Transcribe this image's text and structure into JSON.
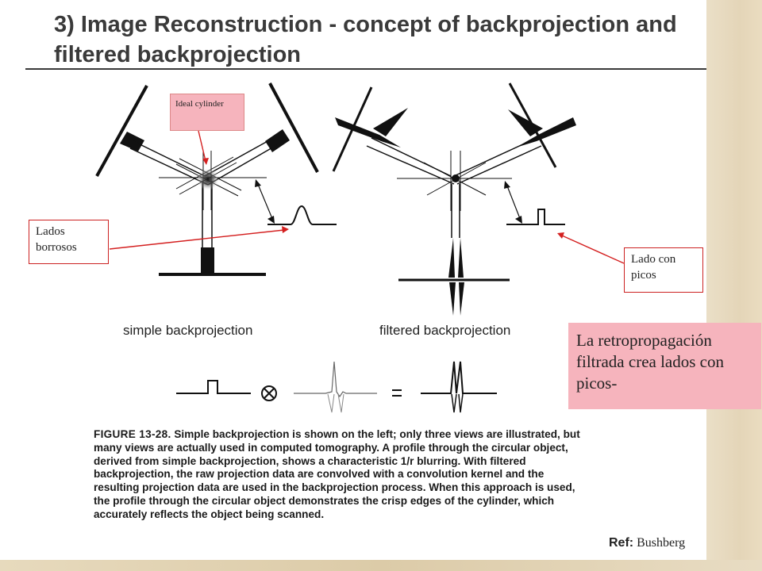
{
  "title": "3) Image Reconstruction -  concept of backprojection and filtered backprojection",
  "callouts": {
    "ideal": "Ideal cylinder",
    "lados_borrosos": "Lados borrosos",
    "lado_con_picos": "Lado con picos",
    "summary": "La retropropagación filtrada crea lados con picos-"
  },
  "figure": {
    "left_label": "simple backprojection",
    "right_label": "filtered backprojection",
    "convolve_symbol": "⊗",
    "equals_symbol": "="
  },
  "caption": {
    "lead": "FIGURE 13-28.",
    "body": "Simple backprojection is shown on the left; only three views are illustrated, but many views are actually used in computed tomography. A profile through the circular object, derived from simple backprojection, shows a characteristic 1/r blurring. With filtered backprojection, the raw projection data are convolved with a convolution kernel and the resulting projection data are used in the backprojection process. When this approach is used, the profile through the circular object demonstrates the crisp edges of the cylinder, which accurately reflects the object being scanned."
  },
  "ref": {
    "label": "Ref:",
    "author": "Bushberg"
  }
}
